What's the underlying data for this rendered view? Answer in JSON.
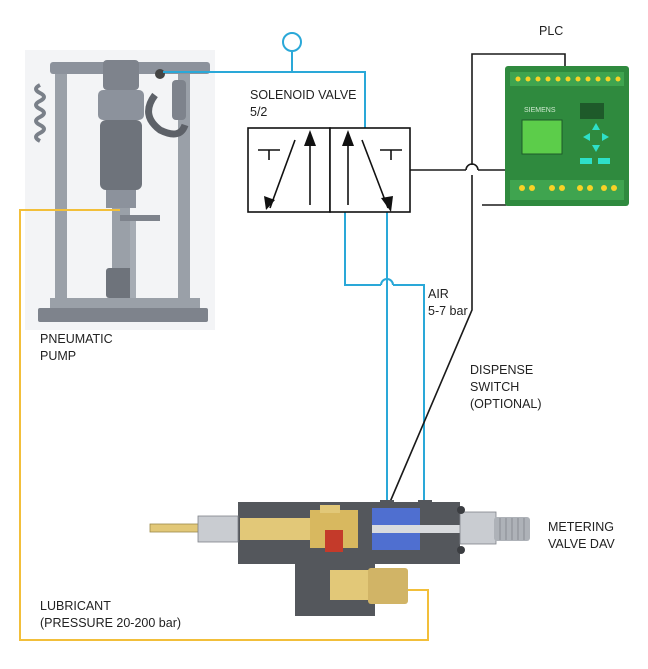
{
  "labels": {
    "plc": "PLC",
    "solenoid_line1": "SOLENOID VALVE",
    "solenoid_line2": "5/2",
    "air_line1": "AIR",
    "air_line2": "5-7 bar",
    "pump_line1": "PNEUMATIC",
    "pump_line2": "PUMP",
    "switch_line1": "DISPENSE",
    "switch_line2": "SWITCH",
    "switch_line3": "(OPTIONAL)",
    "metering_line1": "METERING",
    "metering_line2": "VALVE DAV",
    "lubricant_line1": "LUBRICANT",
    "lubricant_line2": "(PRESSURE 20-200 bar)",
    "plc_brand": "SIEMENS"
  },
  "colors": {
    "air_line": "#2aa8d8",
    "lubricant_line": "#f2bf3a",
    "signal_line": "#1a1a1a",
    "plc_body": "#3a9a4a",
    "plc_screen": "#5ccd4a",
    "plc_buttons": "#2ee0c8",
    "pump_metal": "#8c929c",
    "valve_body": "#54575c",
    "brass": "#e2c878",
    "piston": "#4f6fd0"
  },
  "icons": {
    "air_supply": "air-supply-circle-icon",
    "line_crossover": "line-crossover-hop-icon"
  }
}
